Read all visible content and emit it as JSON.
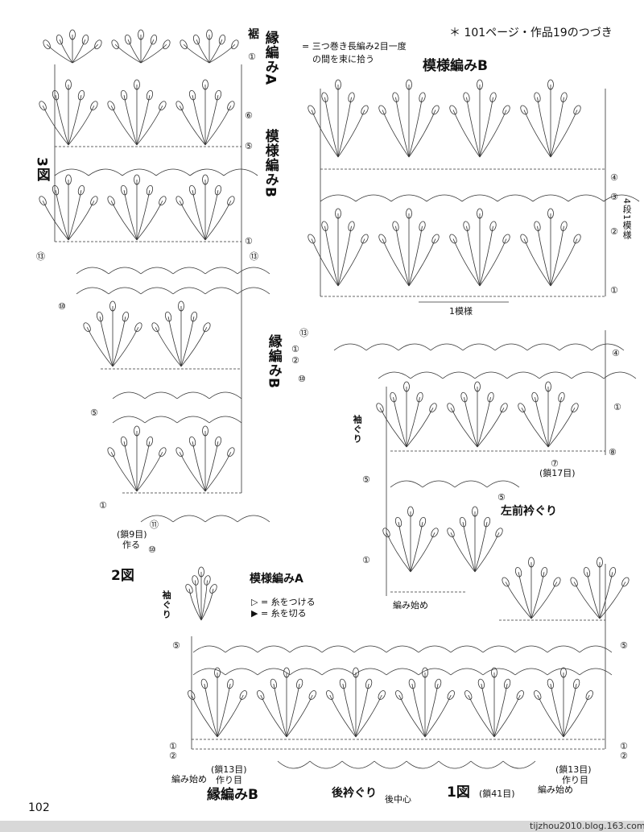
{
  "page_number": "102",
  "continuation_note": "＊ 101ページ・作品19のつづき",
  "watermark": "tijzhou2010.blog.163.com",
  "legend_top": {
    "symbol_text": "= 三つ巻き長編み2目一度",
    "symbol_text2": "の間を束に拾う"
  },
  "legend_mid": {
    "attach": "▷ = 糸をつける",
    "cut": "▶ = 糸を切る"
  },
  "labels": {
    "suso": "裾",
    "fuchi_a": "縁編みA",
    "moyou_b_left": "模様編みB",
    "fig3": "3図",
    "moyou_b_top": "模様編みB",
    "yondan": "4段1模様",
    "ichi_moyou": "1模様",
    "fuchi_b_right": "縁編みB",
    "sodeguri_right": "袖ぐり",
    "kusari17": "(鎖17目)",
    "hidari_mae": "左前衿ぐり",
    "amihajime_mid": "編み始め",
    "kusari9_a": "(鎖9目)",
    "kusari9_b": "作る",
    "fig2": "2図",
    "moyou_a": "模様編みA",
    "sodeguri_left": "袖ぐり",
    "amihajime_l": "編み始め",
    "kusari13_l_a": "(鎖13目)",
    "kusari13_l_b": "作り目",
    "fuchi_b_bottom": "縁編みB",
    "ushiro_eri": "後衿ぐり",
    "ushiro_naka": "後中心",
    "fig1": "1図",
    "kusari41": "(鎖41目)",
    "kusari13_r_a": "(鎖13目)",
    "kusari13_r_b": "作り目",
    "amihajime_r": "編み始め"
  },
  "row_marks": {
    "r1": "①",
    "r2": "②",
    "r3": "③",
    "r4": "④",
    "r5": "⑤",
    "r6": "⑥",
    "r7": "⑦",
    "r8": "⑧",
    "r10": "⑩",
    "r11": "⑪",
    "r13": "⑬"
  }
}
